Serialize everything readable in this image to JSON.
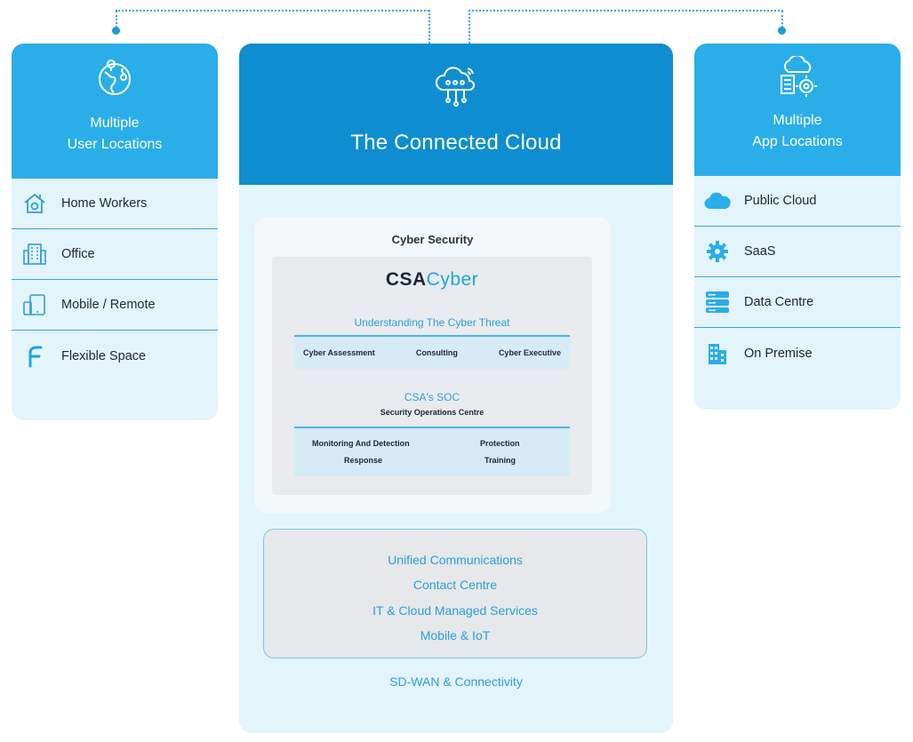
{
  "left_panel": {
    "title_line1": "Multiple",
    "title_line2": "User Locations",
    "items": [
      {
        "label": "Home Workers",
        "icon": "home-worker-icon"
      },
      {
        "label": "Office",
        "icon": "office-building-icon"
      },
      {
        "label": "Mobile / Remote",
        "icon": "mobile-device-icon"
      },
      {
        "label": "Flexible Space",
        "icon": "flexible-space-icon"
      }
    ]
  },
  "center_panel": {
    "title": "The Connected Cloud",
    "cyber_security": {
      "title": "Cyber Security",
      "brand_part1": "CSA",
      "brand_part2": "Cyber",
      "threat_title": "Understanding The Cyber Threat",
      "threat_items": [
        "Cyber Assessment",
        "Consulting",
        "Cyber Executive"
      ],
      "soc_title": "CSA's SOC",
      "soc_subtitle": "Security Operations Centre",
      "soc_items": [
        "Monitoring And Detection",
        "Protection",
        "Response",
        "Training"
      ]
    },
    "services": [
      "Unified Communications",
      "Contact Centre",
      "IT & Cloud Managed Services",
      "Mobile & IoT"
    ],
    "footer": "SD-WAN & Connectivity"
  },
  "right_panel": {
    "title_line1": "Multiple",
    "title_line2": "App Locations",
    "items": [
      {
        "label": "Public Cloud",
        "icon": "cloud-icon"
      },
      {
        "label": "SaaS",
        "icon": "gear-icon"
      },
      {
        "label": "Data Centre",
        "icon": "server-stack-icon"
      },
      {
        "label": "On Premise",
        "icon": "building-icon"
      }
    ]
  },
  "colors": {
    "header_blue": "#29aeea",
    "center_header_blue": "#0e8ed1",
    "panel_bg": "#e4f4fb",
    "accent_text": "#2a9fd9"
  }
}
